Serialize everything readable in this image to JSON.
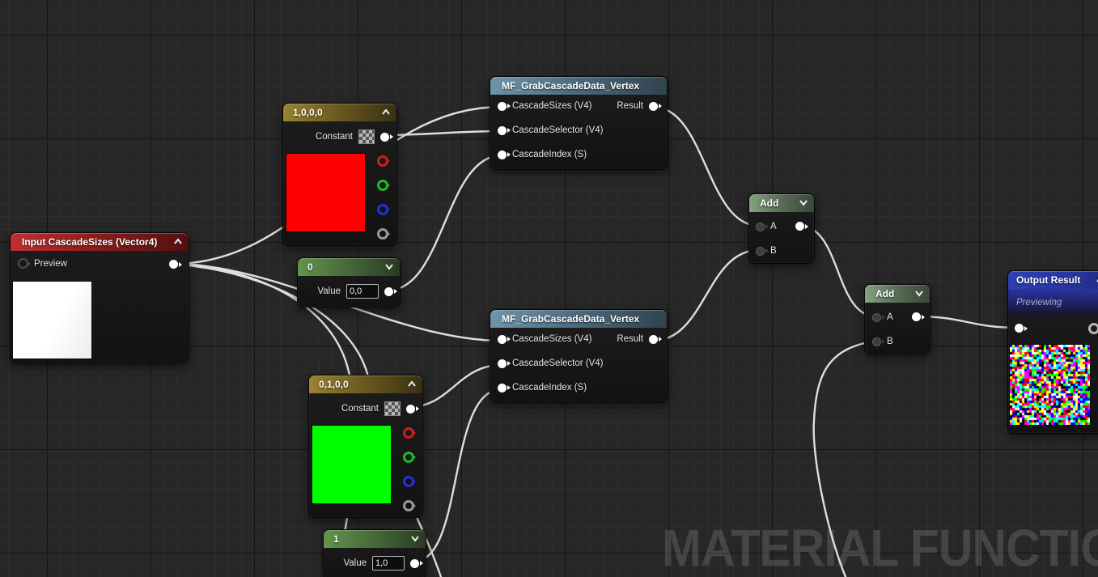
{
  "watermark": "MATERIAL FUNCTION",
  "nodes": {
    "input_cascade": {
      "title": "Input CascadeSizes (Vector4)",
      "preview_pin": "Preview"
    },
    "const_red": {
      "title": "1,0,0,0",
      "type_label": "Constant"
    },
    "scalar_zero": {
      "title": "0",
      "value_label": "Value",
      "value": "0,0"
    },
    "mf_top": {
      "title": "MF_GrabCascadeData_Vertex",
      "inputs": [
        "CascadeSizes (V4)",
        "CascadeSelector (V4)",
        "CascadeIndex (S)"
      ],
      "output": "Result"
    },
    "mf_bottom": {
      "title": "MF_GrabCascadeData_Vertex",
      "inputs": [
        "CascadeSizes (V4)",
        "CascadeSelector (V4)",
        "CascadeIndex (S)"
      ],
      "output": "Result"
    },
    "add_first": {
      "title": "Add",
      "input_a": "A",
      "input_b": "B"
    },
    "const_green": {
      "title": "0,1,0,0",
      "type_label": "Constant"
    },
    "scalar_one": {
      "title": "1",
      "value_label": "Value",
      "value": "1,0"
    },
    "add_second": {
      "title": "Add",
      "input_a": "A",
      "input_b": "B"
    },
    "output_result": {
      "title": "Output Result",
      "status": "Previewing"
    }
  },
  "colors": {
    "preview_red": "#ff0000",
    "preview_green": "#00ff00",
    "preview_white": "#ffffff",
    "header_input": "#8e1d1d",
    "header_constant": "#6d5c20",
    "header_scalar": "#46683a",
    "header_function": "#4c697c",
    "header_add": "#576b55",
    "header_output": "#27349b",
    "wire": "#dedede"
  }
}
